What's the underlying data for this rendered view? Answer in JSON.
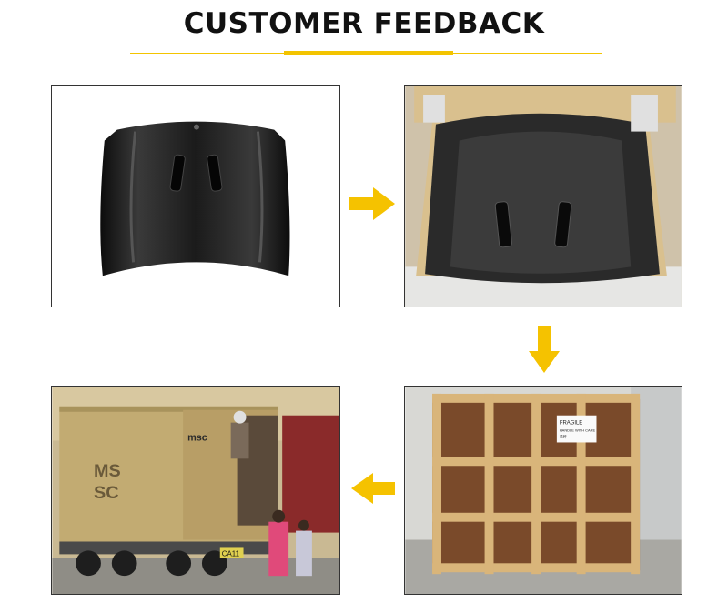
{
  "header": {
    "title": "CUSTOMER FEEDBACK",
    "accent_color": "#f3c400"
  },
  "panels": [
    {
      "subject": "black car hood product shot"
    },
    {
      "subject": "hood packed in carton"
    },
    {
      "subject": "loading shipping container"
    },
    {
      "subject": "wooden crate"
    }
  ],
  "container": {
    "brand_short": "msc",
    "brand_big_line1": "MS",
    "brand_big_line2": "SC",
    "plate": "CA11"
  },
  "crate_label": {
    "line1": "FRAGILE",
    "line2": "HANDLE WITH CARE",
    "line3": "易碎"
  },
  "icons": [
    "arrow-right-icon",
    "arrow-down-icon",
    "arrow-left-icon"
  ]
}
